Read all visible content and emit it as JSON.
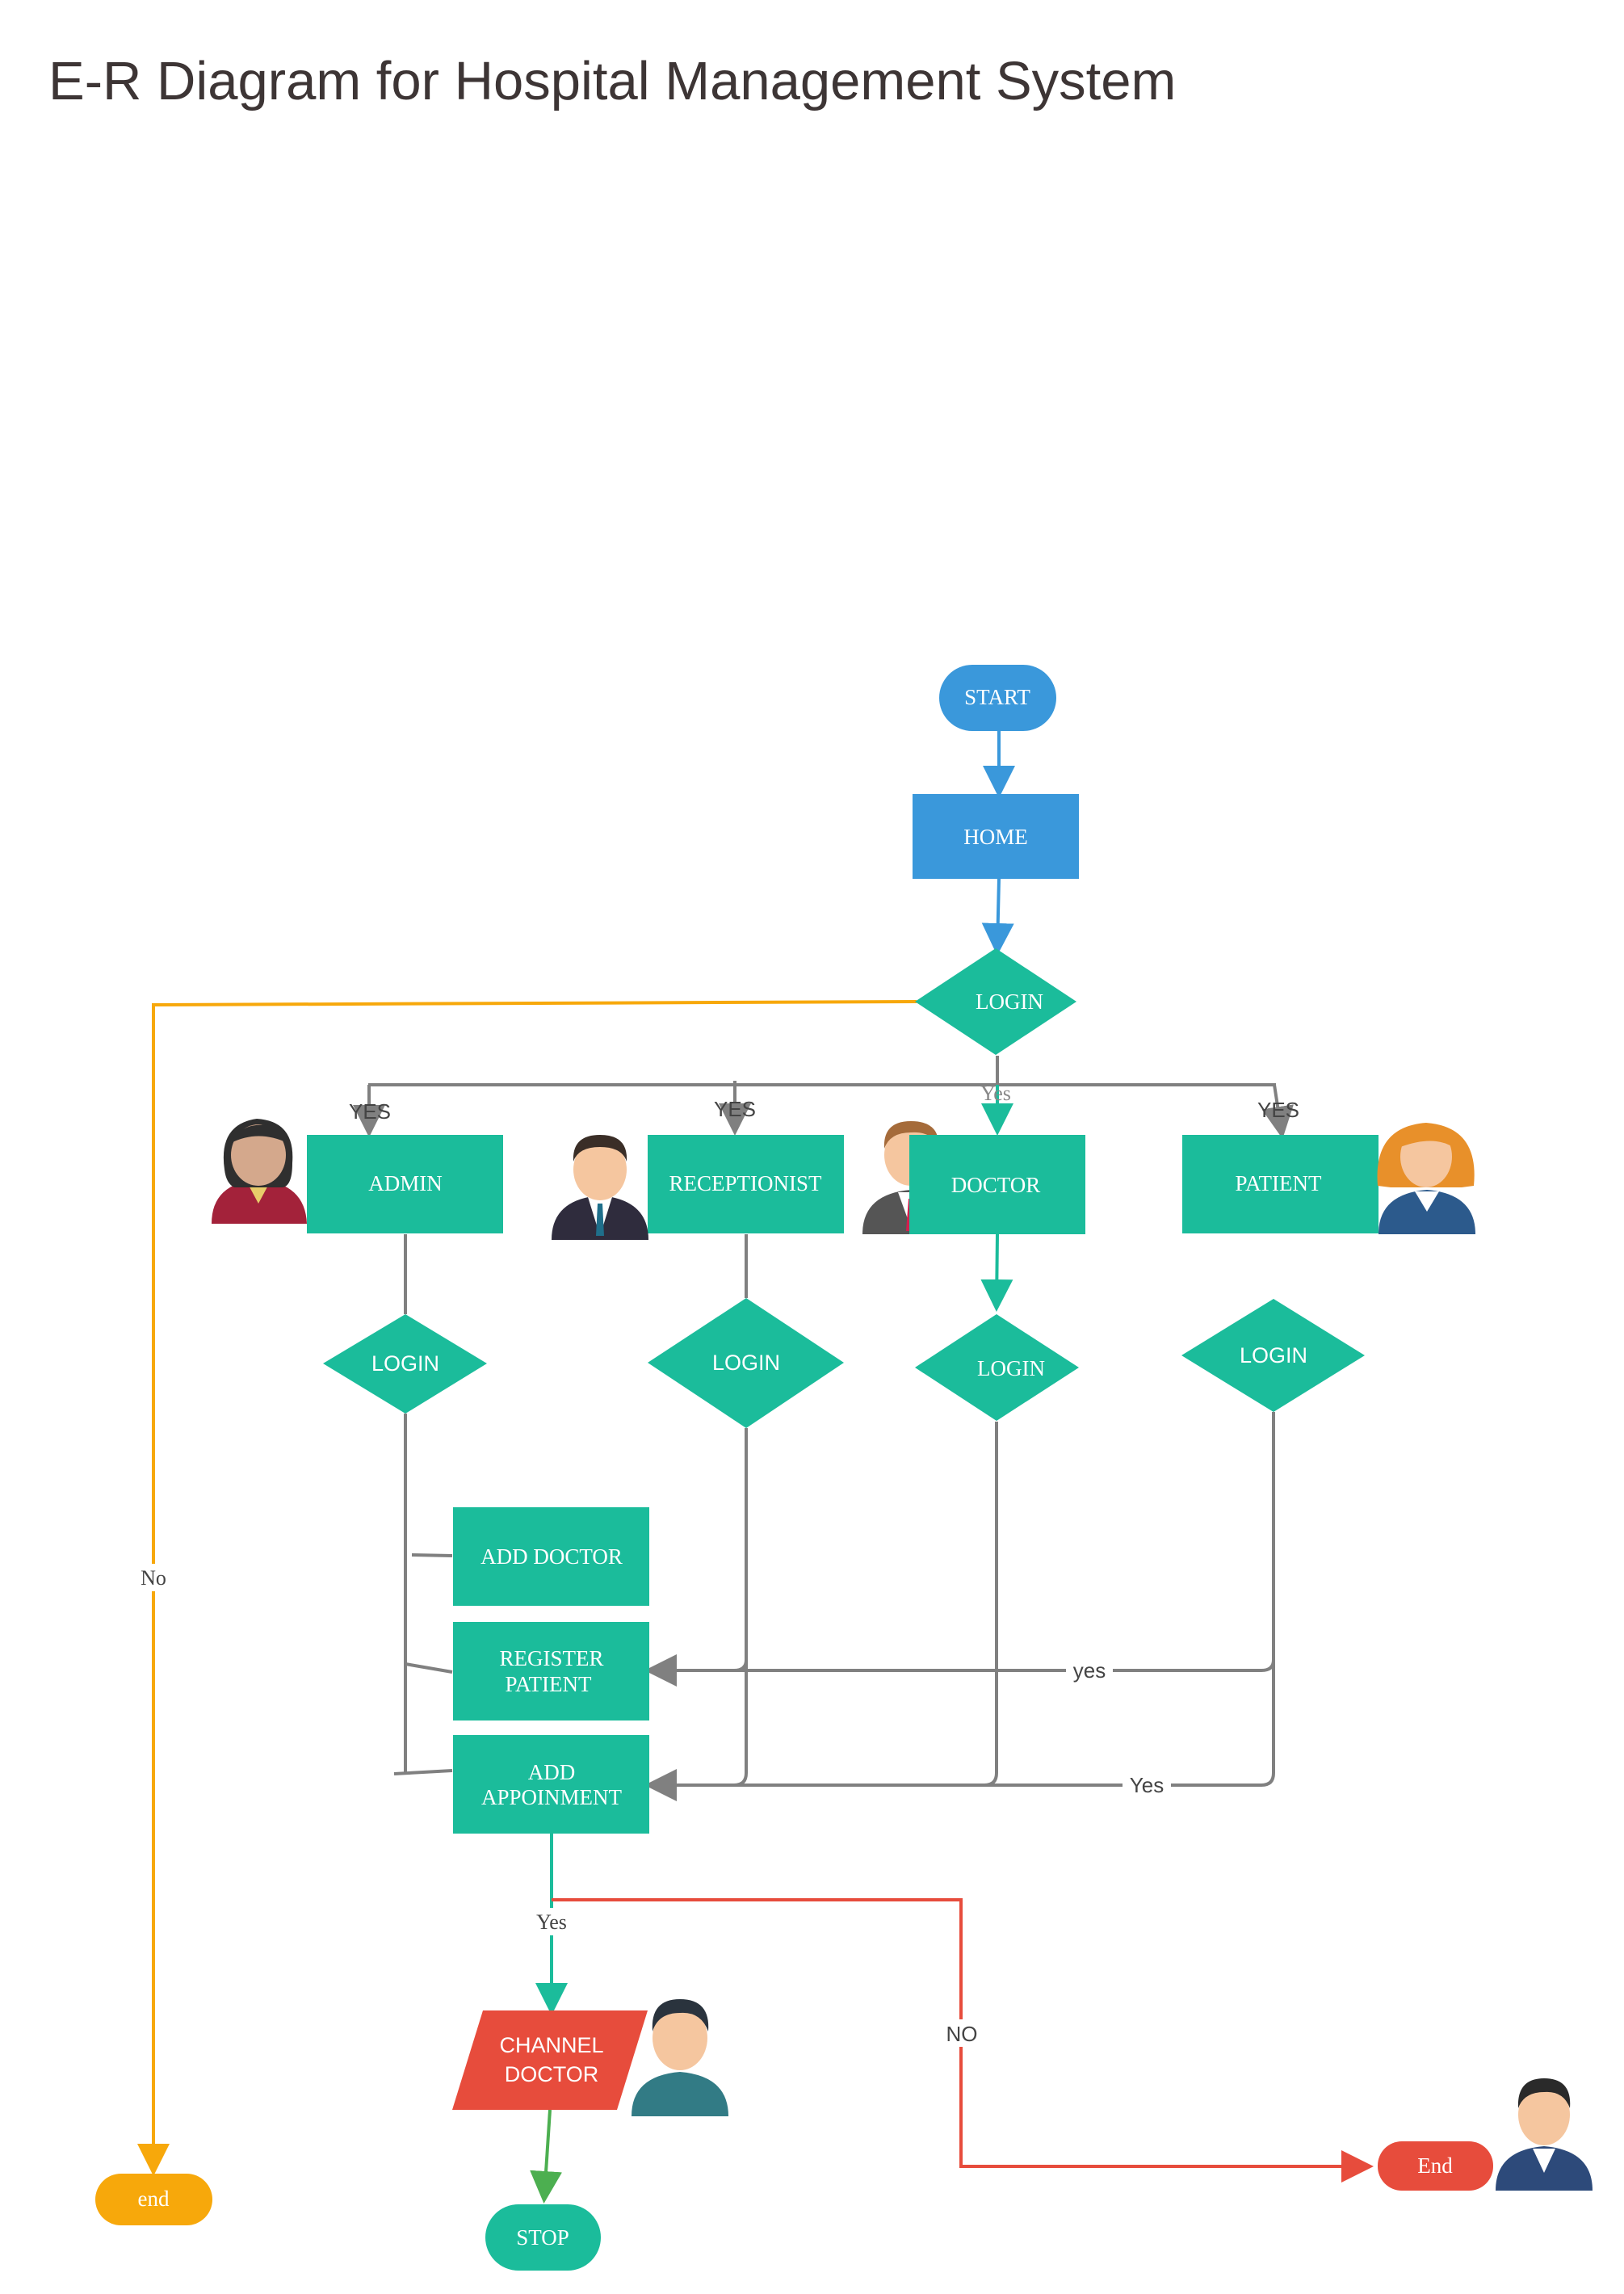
{
  "title": "E-R Diagram for Hospital Management System",
  "colors": {
    "blue": "#3a98db",
    "teal": "#1bbc9b",
    "orange": "#f7a80b",
    "red": "#e74c3c",
    "gray": "#808080",
    "green": "#4caf50"
  },
  "nodes": {
    "start": "START",
    "home": "HOME",
    "login_main": "LOGIN",
    "admin": "ADMIN",
    "receptionist": "RECEPTIONIST",
    "doctor": "DOCTOR",
    "patient": "PATIENT",
    "login_admin": "LOGIN",
    "login_receptionist": "LOGIN",
    "login_doctor": "LOGIN",
    "login_patient": "LOGIN",
    "add_doctor": "ADD DOCTOR",
    "register_patient_1": "REGISTER",
    "register_patient_2": "PATIENT",
    "add_appointment_1": "ADD",
    "add_appointment_2": "APPOINMENT",
    "channel_doctor_1": "CHANNEL",
    "channel_doctor_2": "DOCTOR",
    "stop": "STOP",
    "end_left": "end",
    "end_right": "End"
  },
  "edge_labels": {
    "yes_admin": "YES",
    "yes_receptionist": "YES",
    "yes_doctor": "Yes",
    "yes_patient": "YES",
    "no_left": "No",
    "yes_register": "yes",
    "yes_appointment": "Yes",
    "yes_channel": "Yes",
    "no_right": "NO"
  },
  "icons": [
    "female-admin-avatar-icon",
    "male-receptionist-avatar-icon",
    "male-doctor-avatar-icon",
    "female-patient-avatar-icon",
    "male-user-avatar-icon",
    "male-end-avatar-icon"
  ]
}
